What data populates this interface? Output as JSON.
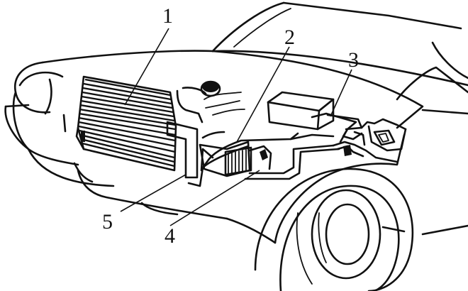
{
  "figure": {
    "description_labels": [
      {
        "id": "1",
        "text": "1",
        "part": "condenser"
      },
      {
        "id": "2",
        "text": "2",
        "part": "refrigerant-line"
      },
      {
        "id": "3",
        "text": "3",
        "part": "evaporator-housing"
      },
      {
        "id": "4",
        "text": "4",
        "part": "compressor"
      },
      {
        "id": "5",
        "text": "5",
        "part": "receiver-drier"
      }
    ]
  }
}
